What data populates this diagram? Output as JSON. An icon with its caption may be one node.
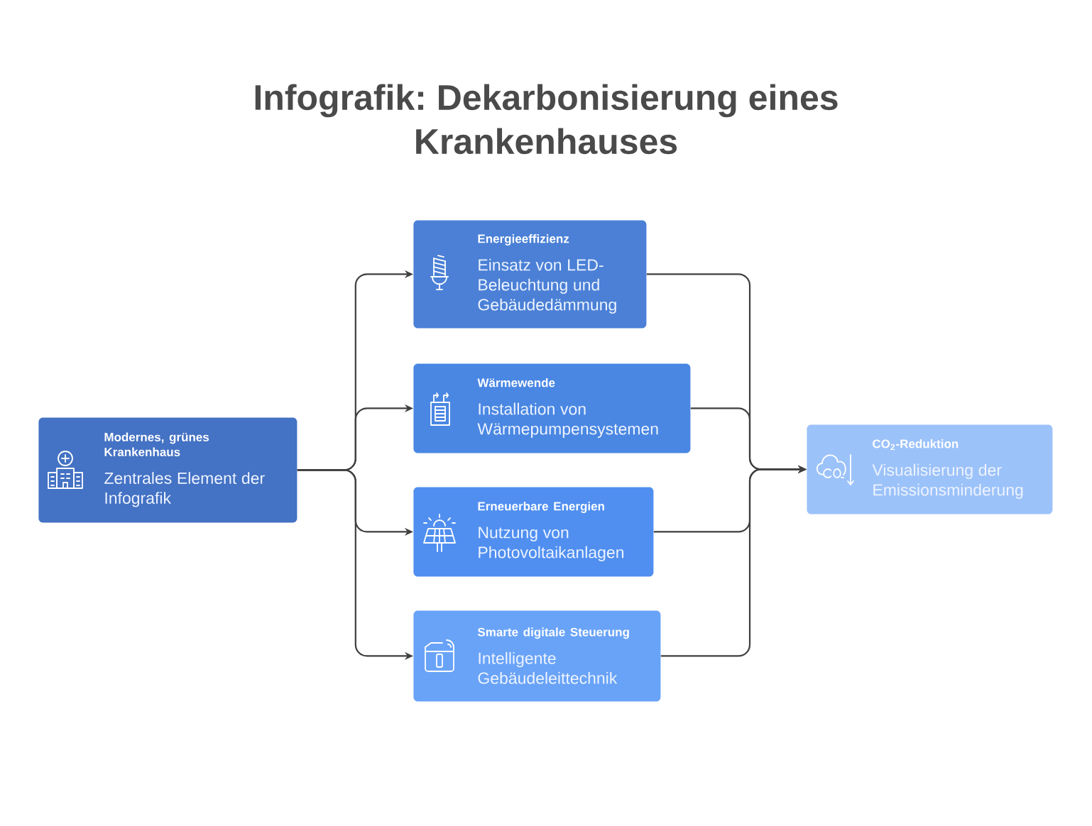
{
  "diagram": {
    "title": "Infografik: Dekarbonisierung eines Krankenhauses",
    "nodes": [
      {
        "text": [
          "Modernes, grünes Krankenhaus",
          "Zentrales Element der Infografik"
        ]
      },
      {
        "text": [
          "Energieeffizienz",
          "Einsatz von LED-Beleuchtung und Gebäudedämmung"
        ]
      },
      {
        "text": [
          "Wärmewende",
          "Installation von Wärmepumpensystemen"
        ]
      },
      {
        "text": [
          "Erneuerbare Energien",
          "Nutzung von Photovoltaikanlagen"
        ]
      },
      {
        "text": [
          "Smarte digitale Steuerung",
          "Intelligente Gebäudeleittechnik"
        ]
      },
      {
        "text": [
          "CO$_{2}$-Reduktion",
          "Visualisierung der Emissionsminderung"
        ]
      }
    ],
    "edges": [
      {
        "from": 0,
        "to": 1,
        "arrow": "to"
      },
      {
        "from": 0,
        "to": 2,
        "arrow": "to"
      },
      {
        "from": 0,
        "to": 3,
        "arrow": "to"
      },
      {
        "from": 0,
        "to": 4,
        "arrow": "to"
      },
      {
        "from": 1,
        "to": 5,
        "arrow": "to"
      },
      {
        "from": 2,
        "to": 5,
        "arrow": "to"
      },
      {
        "from": 3,
        "to": 5,
        "arrow": "to"
      },
      {
        "from": 4,
        "to": 5,
        "arrow": "to"
      }
    ]
  }
}
